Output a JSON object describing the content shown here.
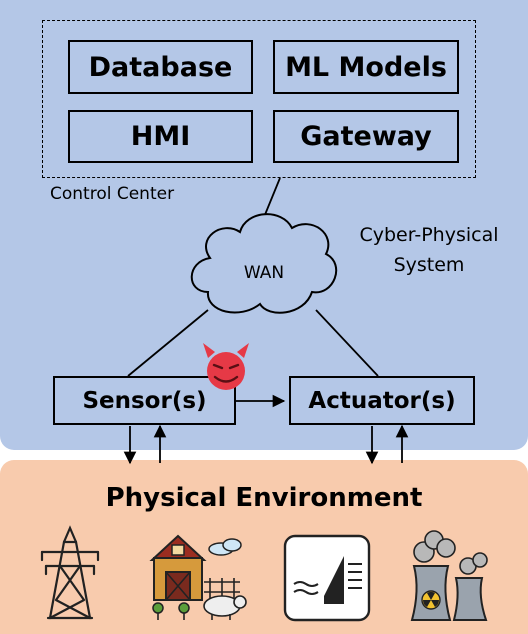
{
  "control_center": {
    "label": "Control Center",
    "boxes": [
      "Database",
      "ML Models",
      "HMI",
      "Gateway"
    ]
  },
  "network": {
    "label": "WAN"
  },
  "cps": {
    "label_line1": "Cyber-Physical",
    "label_line2": "System"
  },
  "devices": {
    "sensor": "Sensor(s)",
    "actuator": "Actuator(s)"
  },
  "physical": {
    "title": "Physical Environment"
  },
  "icons": [
    "devil-icon",
    "power-tower-icon",
    "farm-icon",
    "dam-icon",
    "nuclear-plant-icon"
  ],
  "colors": {
    "cps_bg": "#b4c7e7",
    "physical_bg": "#f8cbad",
    "devil": "#e63946"
  }
}
